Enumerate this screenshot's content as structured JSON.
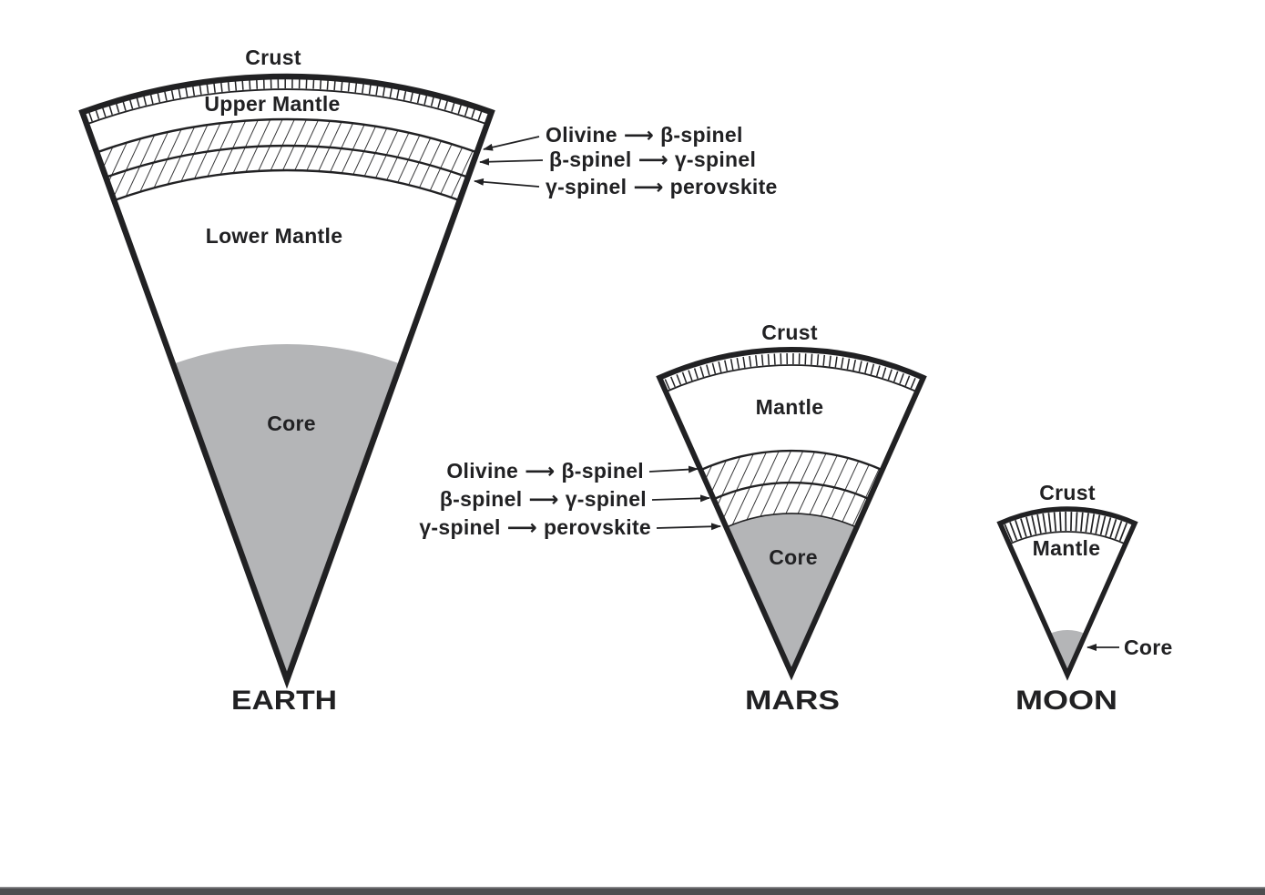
{
  "arrow_glyph": "⟶",
  "earth": {
    "caption": "EARTH",
    "crust": "Crust",
    "upper_mantle": "Upper Mantle",
    "lower_mantle": "Lower Mantle",
    "core": "Core",
    "transitions": [
      {
        "from": "Olivine",
        "to": "β-spinel"
      },
      {
        "from": "β-spinel",
        "to": "γ-spinel"
      },
      {
        "from": "γ-spinel",
        "to": "perovskite"
      }
    ]
  },
  "mars": {
    "caption": "MARS",
    "crust": "Crust",
    "mantle": "Mantle",
    "core": "Core",
    "transitions": [
      {
        "from": "Olivine",
        "to": "β-spinel"
      },
      {
        "from": "β-spinel",
        "to": "γ-spinel"
      },
      {
        "from": "γ-spinel",
        "to": "perovskite"
      }
    ]
  },
  "moon": {
    "caption": "MOON",
    "crust": "Crust",
    "mantle": "Mantle",
    "core": "Core"
  },
  "colors": {
    "ink": "#212123",
    "core_gray": "#b4b5b7",
    "footer_bar": "#4e4e50",
    "footer_bar_edge": "#8f8f92"
  }
}
